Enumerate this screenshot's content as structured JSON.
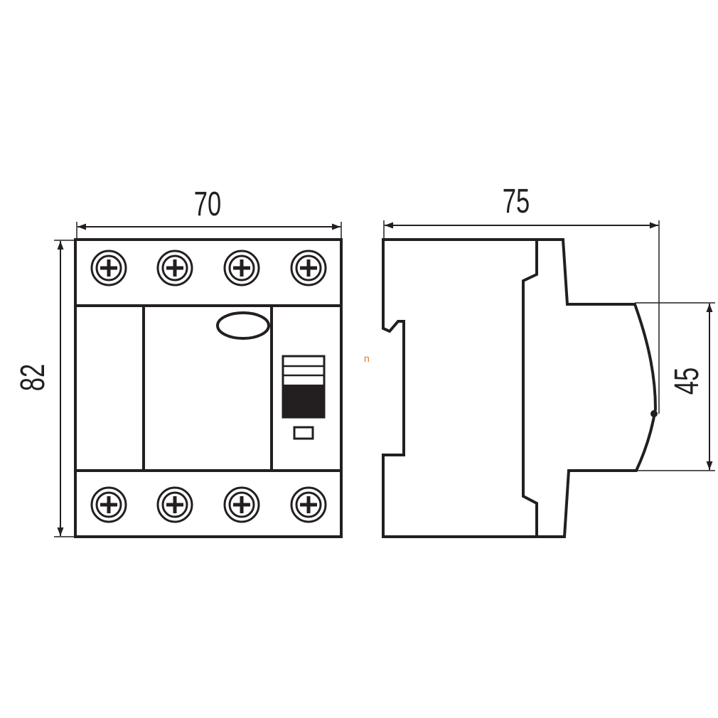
{
  "dimensions": {
    "width": "70",
    "height": "82",
    "depth": "75",
    "inner_height": "45"
  },
  "watermark": "n",
  "colors": {
    "line": "#231f20",
    "background": "#ffffff",
    "watermark": "#e8761e"
  }
}
